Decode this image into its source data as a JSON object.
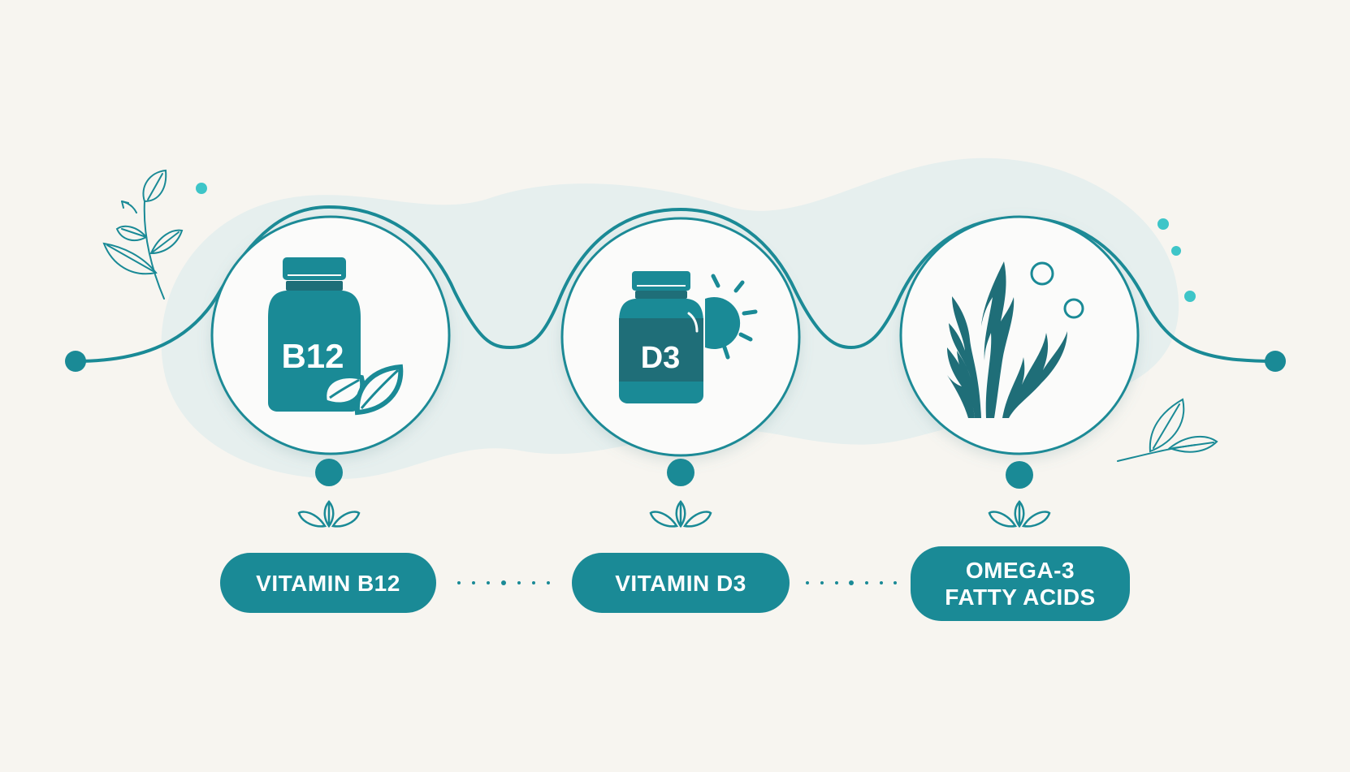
{
  "colors": {
    "background": "#f7f5f0",
    "teal": "#1a8a96",
    "teal_dark": "#1f6e78",
    "mint": "#3ec5c8",
    "blob": "#e6efee",
    "circle_fill": "#fbfbfa"
  },
  "supplements": [
    {
      "label": "VITAMIN B12",
      "bottle_label": "B12",
      "icon": "bottle-with-leaves-icon"
    },
    {
      "label": "VITAMIN D3",
      "bottle_label": "D3",
      "icon": "bottle-with-sun-icon"
    },
    {
      "label": "OMEGA-3\nFATTY ACIDS",
      "icon": "seaweed-with-bubbles-icon"
    }
  ],
  "decorations": [
    "leaf-sprig-icon",
    "sprout-icon",
    "dot-icon"
  ]
}
